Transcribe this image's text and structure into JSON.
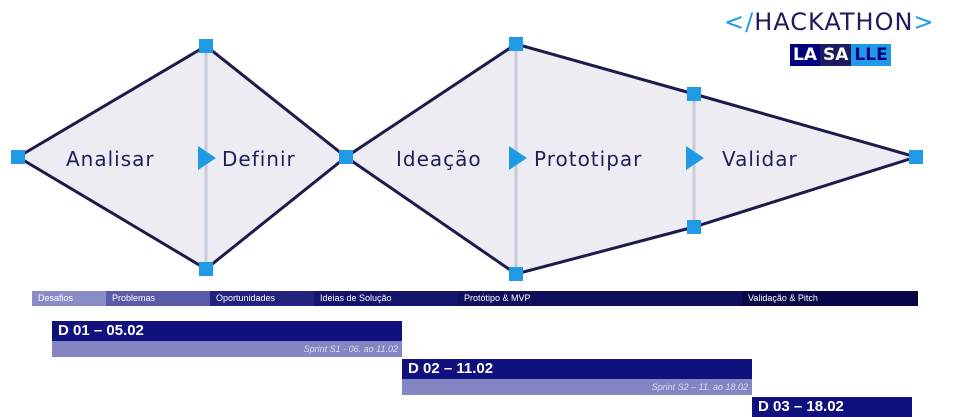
{
  "logo": {
    "top_open": "</",
    "top_word": "HACKATHON",
    "top_close": ">",
    "bottom_parts": [
      "LA",
      "SA",
      "LLE"
    ]
  },
  "diagram": {
    "labels": {
      "analisar": "Analisar",
      "definir": "Definir",
      "ideacao": "Ideação",
      "prototipar": "Prototipar",
      "validar": "Validar"
    },
    "colors": {
      "fill": "#ececf2",
      "line": "#1c1c4a",
      "node": "#1f9be6",
      "divider": "#c8ccd8",
      "text": "#1f1f5a"
    }
  },
  "phases": [
    {
      "label": "Desafios",
      "color": "#8a8cc8"
    },
    {
      "label": "Problemas",
      "color": "#5a5aa8"
    },
    {
      "label": "Oportunidades",
      "color": "#23237e"
    },
    {
      "label": "Ideias de Solução",
      "color": "#14146a"
    },
    {
      "label": "Protótipo & MVP",
      "color": "#0f0f5c"
    },
    {
      "label": "Validação & Pitch",
      "color": "#080848"
    }
  ],
  "schedule": [
    {
      "day": "D 01 – 05.02",
      "sprint": "Sprint S1 - 06. ao 11.02"
    },
    {
      "day": "D 02 – 11.02",
      "sprint": "Sprint S2 – 11. ao 18.02"
    },
    {
      "day": "D 03 – 18.02",
      "sprint": ""
    }
  ]
}
